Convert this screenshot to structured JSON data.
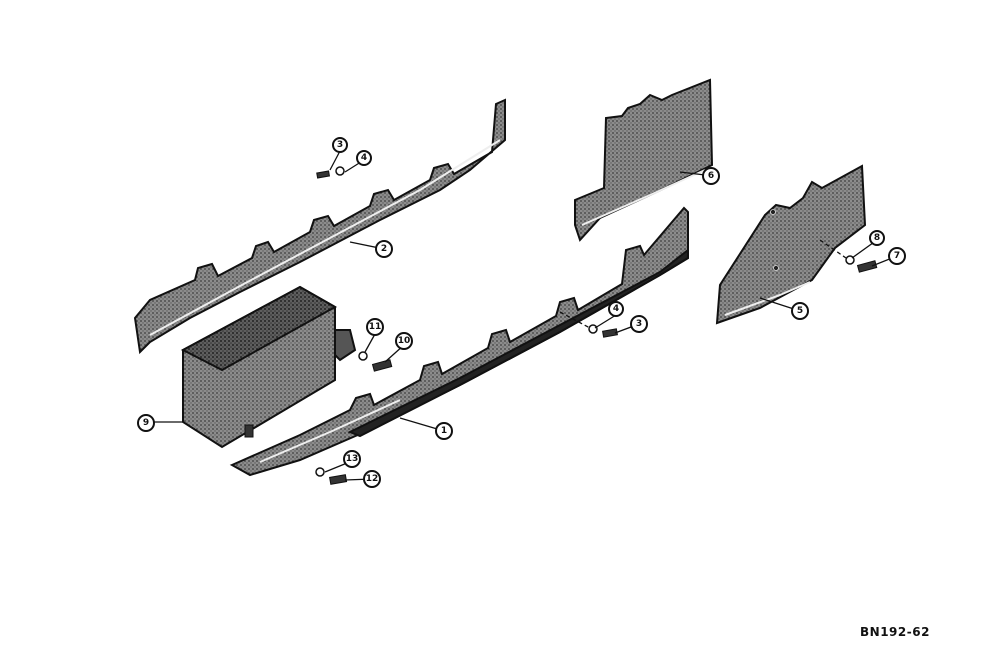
{
  "diagram_code": "BN192-62",
  "callouts": {
    "c1": "1",
    "c2": "2",
    "c3a": "3",
    "c4a": "4",
    "c3b": "3",
    "c4b": "4",
    "c5": "5",
    "c6": "6",
    "c7": "7",
    "c8": "8",
    "c9": "9",
    "c10": "10",
    "c11": "11",
    "c12": "12",
    "c13": "13"
  }
}
